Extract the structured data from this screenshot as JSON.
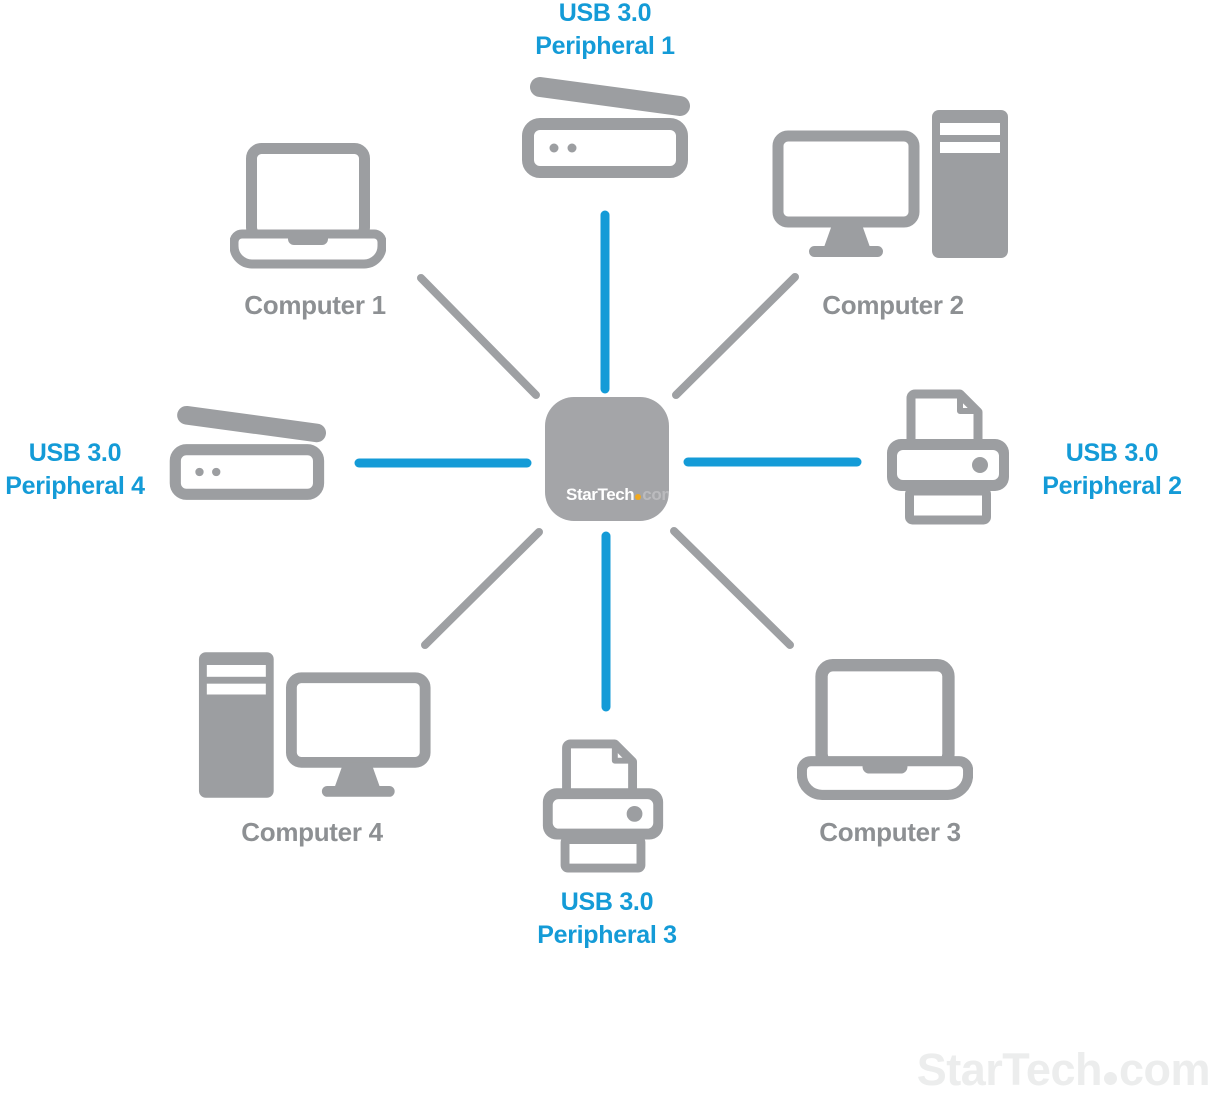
{
  "hub": {
    "brand": "StarTech",
    "brand_suffix": "com",
    "logo_dot_color": "#F0A91F"
  },
  "nodes": {
    "peripheral1": {
      "line1": "USB 3.0",
      "line2": "Peripheral 1",
      "icon": "scanner-icon"
    },
    "peripheral2": {
      "line1": "USB 3.0",
      "line2": "Peripheral 2",
      "icon": "printer-icon"
    },
    "peripheral3": {
      "line1": "USB 3.0",
      "line2": "Peripheral 3",
      "icon": "printer-icon"
    },
    "peripheral4": {
      "line1": "USB 3.0",
      "line2": "Peripheral 4",
      "icon": "scanner-icon"
    },
    "computer1": {
      "label": "Computer 1",
      "icon": "laptop-icon"
    },
    "computer2": {
      "label": "Computer 2",
      "icon": "desktop-icon"
    },
    "computer3": {
      "label": "Computer 3",
      "icon": "laptop-icon"
    },
    "computer4": {
      "label": "Computer 4",
      "icon": "desktop-icon"
    }
  },
  "connections": [
    {
      "from": "hub",
      "to": "peripheral1",
      "style": "blue-vertical"
    },
    {
      "from": "hub",
      "to": "peripheral2",
      "style": "blue-horizontal"
    },
    {
      "from": "hub",
      "to": "peripheral3",
      "style": "blue-vertical"
    },
    {
      "from": "hub",
      "to": "peripheral4",
      "style": "blue-horizontal"
    },
    {
      "from": "hub",
      "to": "computer1",
      "style": "gray-diagonal"
    },
    {
      "from": "hub",
      "to": "computer2",
      "style": "gray-diagonal"
    },
    {
      "from": "hub",
      "to": "computer3",
      "style": "gray-diagonal"
    },
    {
      "from": "hub",
      "to": "computer4",
      "style": "gray-diagonal"
    }
  ],
  "watermark": {
    "brand": "StarTech",
    "suffix": "com"
  },
  "colors": {
    "accent_blue": "#149BD7",
    "icon_gray": "#9C9EA1",
    "line_gray": "#9EA0A3",
    "text_gray": "#8D9093",
    "hub_fill": "#A4A5A8",
    "watermark_gray": "#ECEDED",
    "background": "#FFFFFF"
  }
}
